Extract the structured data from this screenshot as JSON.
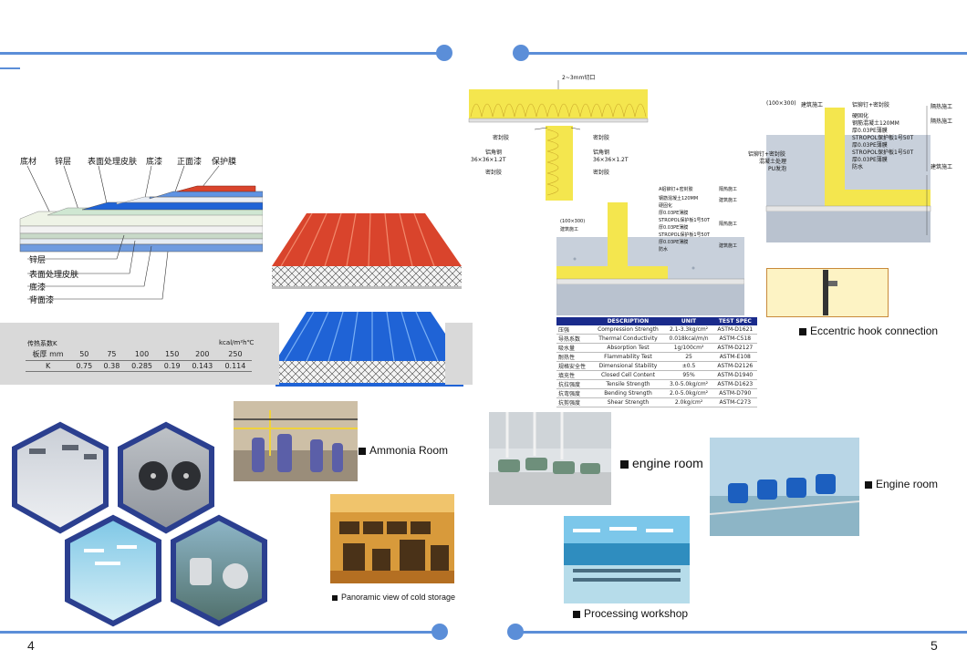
{
  "pages": {
    "left": "4",
    "right": "5"
  },
  "colors": {
    "accent": "#5b8ed8",
    "panel_red": "#d9442c",
    "panel_blue": "#1f63d6",
    "insulation_yellow": "#f2e24a",
    "spec_header": "#1a2b8c"
  },
  "layer_diagram": {
    "top_labels": [
      "底材",
      "锌层",
      "表面处理皮肤",
      "底漆",
      "正面漆",
      "保护膜"
    ],
    "side_labels": [
      "锌层",
      "表面处理皮肤",
      "底漆",
      "背面漆"
    ]
  },
  "k_table": {
    "title": "传热系数K",
    "unit": "kcal/m²h℃",
    "header": [
      "板厚 mm",
      "50",
      "75",
      "100",
      "150",
      "200",
      "250"
    ],
    "row": [
      "K",
      "0.75",
      "0.38",
      "0.285",
      "0.19",
      "0.143",
      "0.114"
    ]
  },
  "joint_diagram_top": {
    "labels": [
      "2~3mm切口",
      "密封胶",
      "铝角钢",
      "36×36×1.2T",
      "密封胶",
      "密封胶",
      "铝角钢",
      "36×36×1.2T",
      "密封胶"
    ]
  },
  "joint_diagram_mid": {
    "labels": [
      "A铝铆钉+密封胶",
      "隔热施工",
      "钢筋混凝土120MM",
      "建筑施工",
      "硬固化",
      "厚0.03PE薄膜",
      "STROPOL保护板1号50T",
      "隔热施工",
      "厚0.03PE薄膜",
      "STROPOL保护板1号50T",
      "厚0.03PE薄膜",
      "建筑施工",
      "防水",
      "(100×300)",
      "建筑施工"
    ]
  },
  "joint_diagram_right": {
    "labels": [
      "(100×300)",
      "建筑施工",
      "铝铆钉+密封胶",
      "隔热施工",
      "硬固化",
      "钢筋混凝土120MM",
      "厚0.03PE薄膜",
      "隔热施工",
      "STROPOL保护板1号50T",
      "厚0.03PE薄膜",
      "STROPOL保护板1号50T",
      "厚0.03PE薄膜",
      "防水",
      "建筑施工",
      "铝铆钉+密封胶",
      "混凝土处理",
      "PU发泡"
    ]
  },
  "spec_table": {
    "headers": [
      "",
      "DESCRIPTION",
      "UNIT",
      "TEST SPEC"
    ],
    "rows": [
      [
        "压强",
        "Compression Strength",
        "2.1-3.3kg/cm²",
        "ASTM-D1621"
      ],
      [
        "导热系数",
        "Thermal Conductivity",
        "0.018kcal/m/n",
        "ASTM-C518"
      ],
      [
        "吸水量",
        "Absorption Test",
        "1g/100cm²",
        "ASTM-D2127"
      ],
      [
        "耐热性",
        "Flammability Test",
        "25",
        "ASTM-E108"
      ],
      [
        "规格安全性",
        "Dimensional Stability",
        "±0.5",
        "ASTM-D2126"
      ],
      [
        "填充性",
        "Closed Cell Content",
        "95%",
        "ASTM-D1940"
      ],
      [
        "抗拉强度",
        "Tensile Strength",
        "3.0-5.0kg/cm²",
        "ASTM-D1623"
      ],
      [
        "抗弯强度",
        "Bending Strength",
        "2.0-5.0kg/cm²",
        "ASTM-D790"
      ],
      [
        "抗剪强度",
        "Shear Strength",
        "2.0kg/cm²",
        "ASTM-C273"
      ]
    ]
  },
  "captions": {
    "eccentric": "Eccentric hook connection",
    "ammonia": "Ammonia Room",
    "panoramic": "Panoramic view of cold storage",
    "engine_room_1": "engine room",
    "engine_room_2": "Engine room",
    "processing": "Processing workshop"
  }
}
